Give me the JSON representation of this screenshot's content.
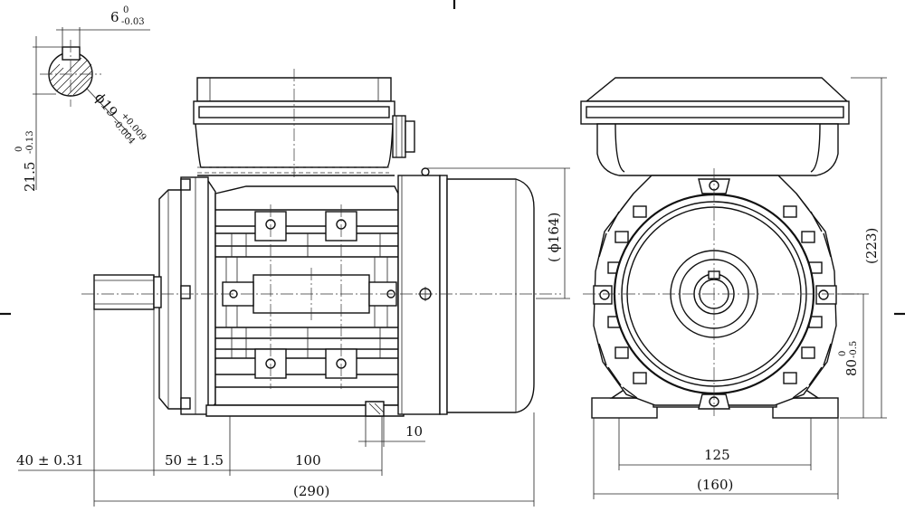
{
  "dimensions": {
    "keyway_width": "6",
    "keyway_width_upper": "0",
    "keyway_width_lower": "-0.03",
    "shaft_diameter": "ϕ19",
    "shaft_diameter_upper": "+0.009",
    "shaft_diameter_lower": "-0.004",
    "shaft_height": "21.5",
    "shaft_height_upper": "0",
    "shaft_height_lower": "-0.13",
    "shaft_length": "40 ± 0.31",
    "flange_to_foot": "50 ± 1.5",
    "foot_spacing": "100",
    "total_length": "(290)",
    "foot_thickness": "10",
    "fan_cover_diameter": "( ϕ164)",
    "foot_width": "125",
    "base_width": "(160)",
    "overall_height": "(223)",
    "center_height": "80",
    "center_height_upper": "0",
    "center_height_lower": "-0.5"
  }
}
